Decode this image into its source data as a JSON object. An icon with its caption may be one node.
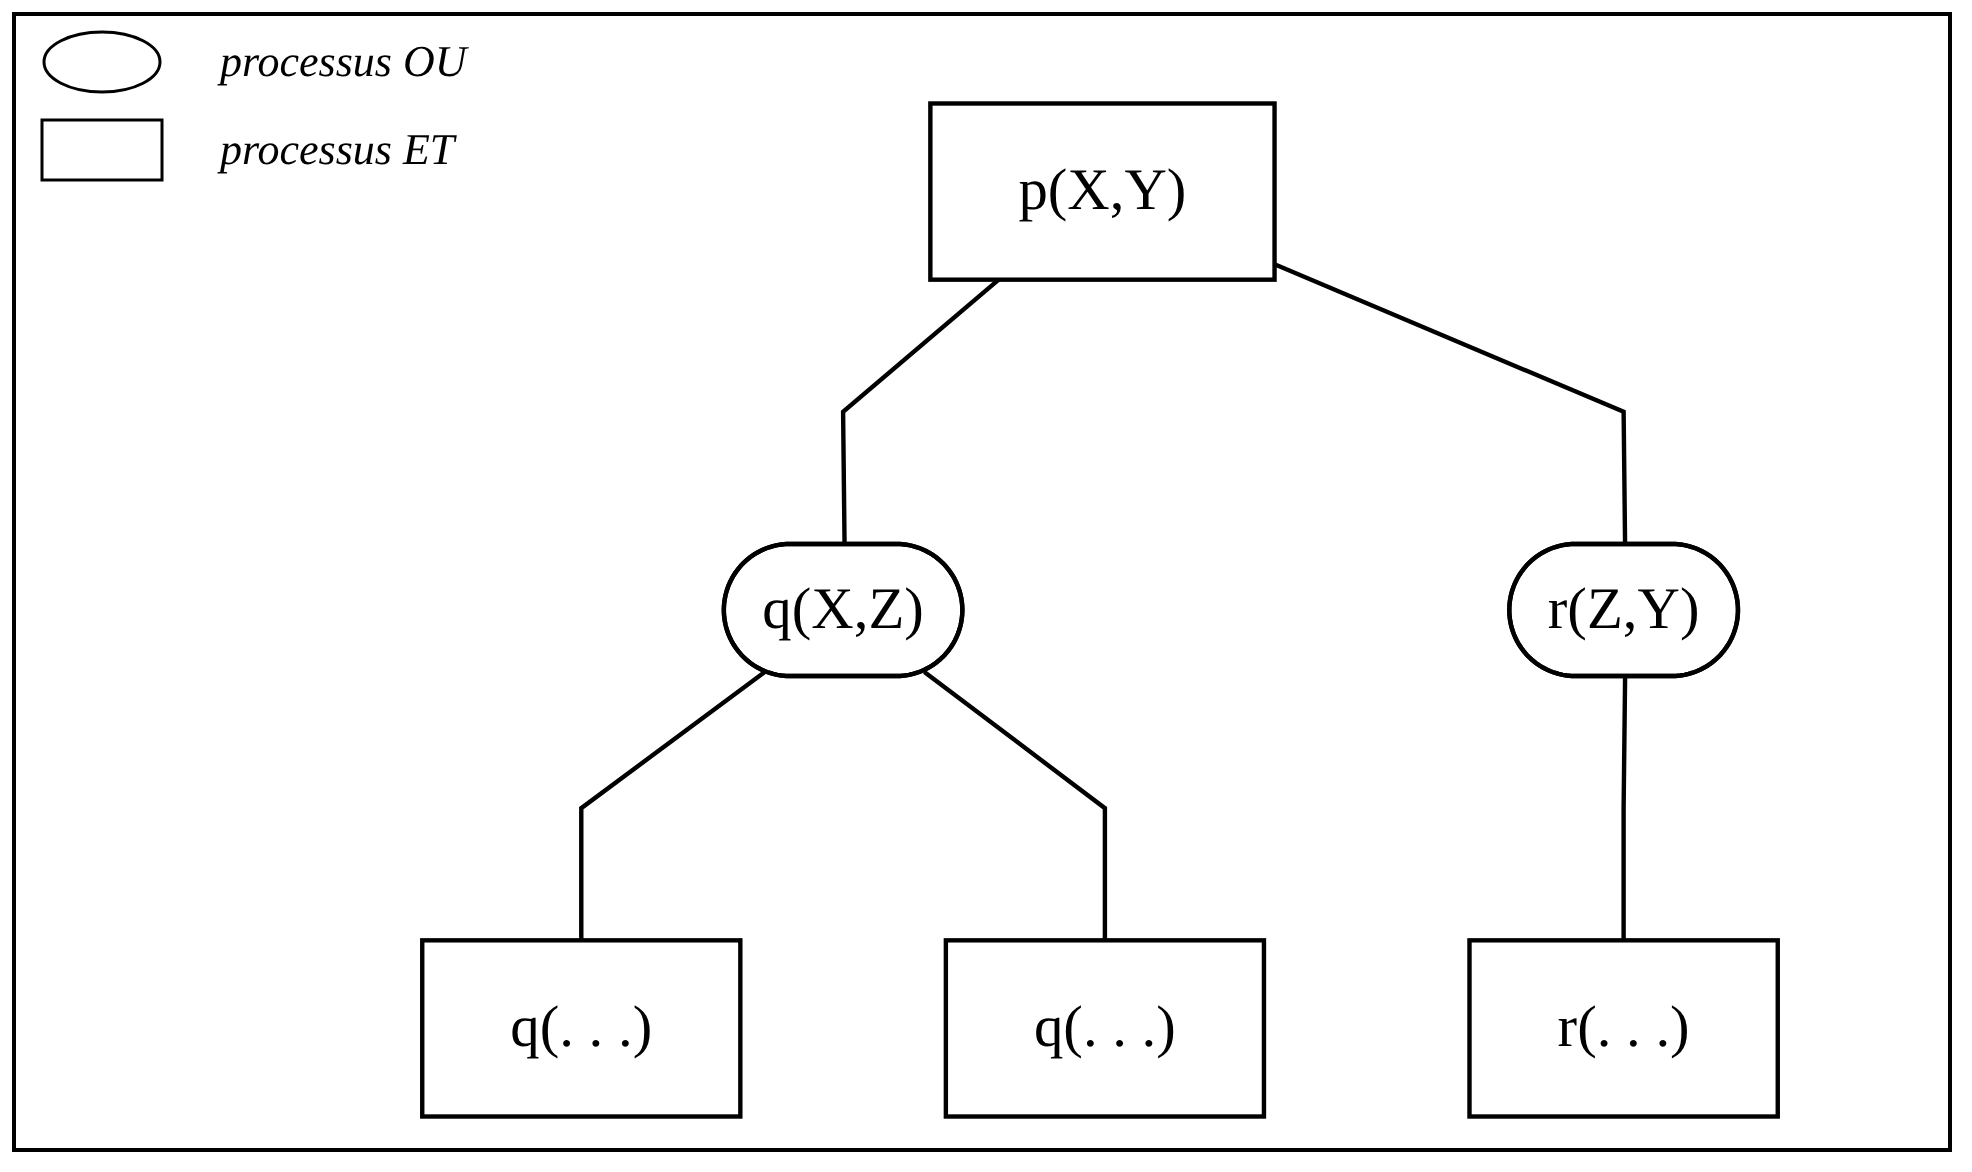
{
  "diagram": {
    "nodes": [
      {
        "text": [
          "p(X,Y)"
        ]
      },
      {
        "text": [
          "q(X,Z)"
        ]
      },
      {
        "text": [
          "r(Z,Y)"
        ]
      },
      {
        "text": [
          "q(. . .)"
        ]
      },
      {
        "text": [
          "q(. . .)"
        ]
      },
      {
        "text": [
          "r(. . .)"
        ]
      }
    ],
    "edges": [
      {
        "from": 0,
        "to": 1,
        "arrow": "none"
      },
      {
        "from": 0,
        "to": 2,
        "arrow": "none"
      },
      {
        "from": 1,
        "to": 3,
        "arrow": "none"
      },
      {
        "from": 1,
        "to": 4,
        "arrow": "none"
      },
      {
        "from": 2,
        "to": 5,
        "arrow": "none"
      }
    ],
    "legend": [
      {
        "text": "processus OU"
      },
      {
        "text": "processus ET"
      }
    ]
  }
}
